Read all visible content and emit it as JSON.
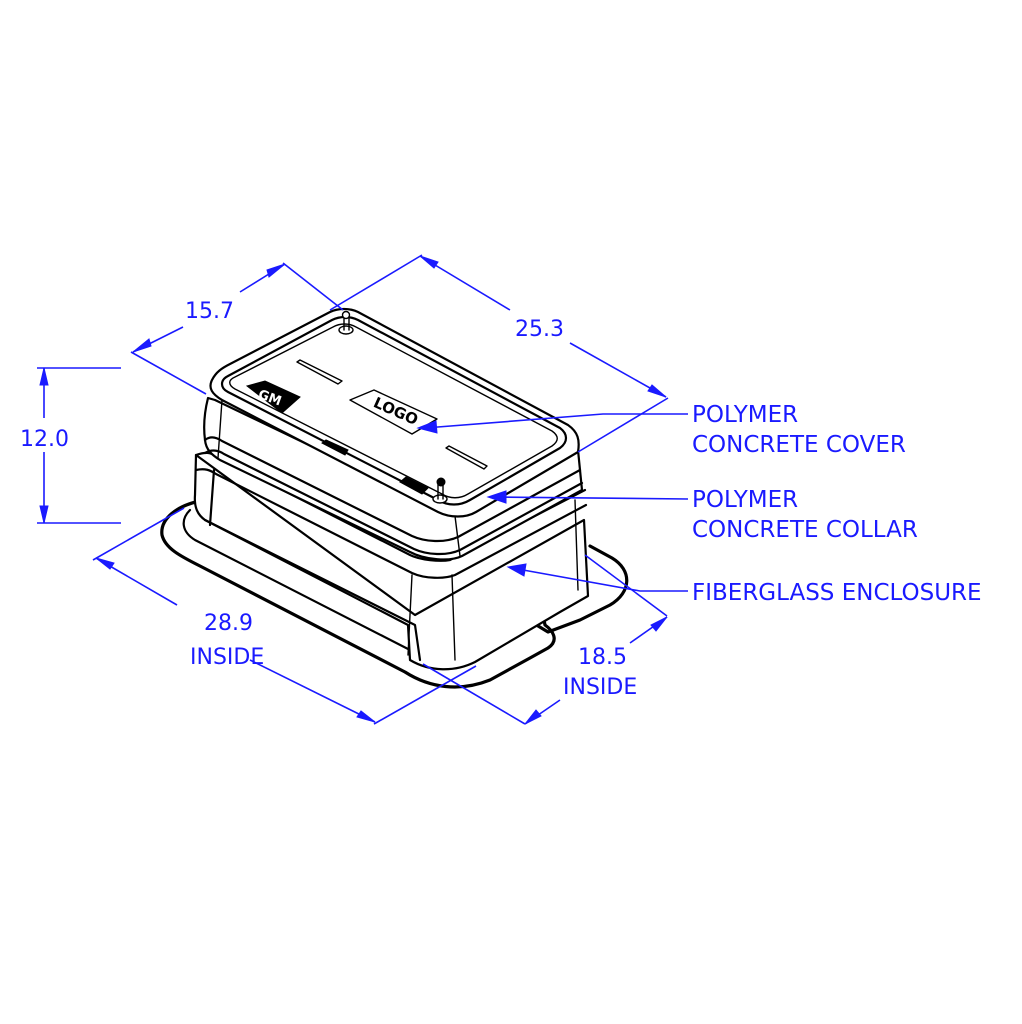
{
  "diagram": {
    "subject": "Box enclosure isometric drawing",
    "colors": {
      "annotation": "#1a1aff",
      "outline": "#000000",
      "background": "#ffffff"
    },
    "dimensions": {
      "cover_width": {
        "value": "15.7"
      },
      "cover_length": {
        "value": "25.3"
      },
      "height": {
        "value": "12.0"
      },
      "inside_length": {
        "value": "28.9",
        "qualifier": "INSIDE"
      },
      "inside_width": {
        "value": "18.5",
        "qualifier": "INSIDE"
      }
    },
    "callouts": [
      {
        "line1": "POLYMER",
        "line2": "CONCRETE COVER"
      },
      {
        "line1": "POLYMER",
        "line2": "CONCRETE COLLAR"
      },
      {
        "line1": "FIBERGLASS ENCLOSURE",
        "line2": ""
      }
    ],
    "cover_markings": {
      "badge": "GM",
      "logo": "LOGO"
    }
  }
}
